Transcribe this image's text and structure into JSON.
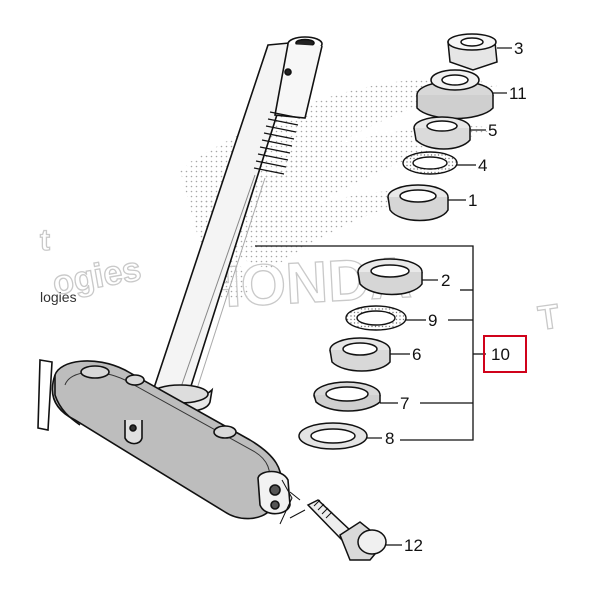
{
  "diagram": {
    "parts": [
      {
        "id": "nut-top",
        "label": "3"
      },
      {
        "id": "adjusting-nut",
        "label": "11"
      },
      {
        "id": "upper-race-cone",
        "label": "5"
      },
      {
        "id": "upper-ball-retainer",
        "label": "4"
      },
      {
        "id": "upper-outer-race",
        "label": "1"
      },
      {
        "id": "lower-outer-race",
        "label": "2"
      },
      {
        "id": "lower-ball-retainer",
        "label": "9"
      },
      {
        "id": "lower-race-cone",
        "label": "6"
      },
      {
        "id": "dust-seal",
        "label": "7"
      },
      {
        "id": "washer",
        "label": "8"
      },
      {
        "id": "bolt",
        "label": "12"
      }
    ],
    "group_label": "10",
    "highlight_color": "#d0021b",
    "watermark": {
      "brand": "HONDA",
      "partial_word": "ogies",
      "partial_word_small": "logies",
      "left_fragment": "t",
      "right_fragment": "T"
    }
  }
}
